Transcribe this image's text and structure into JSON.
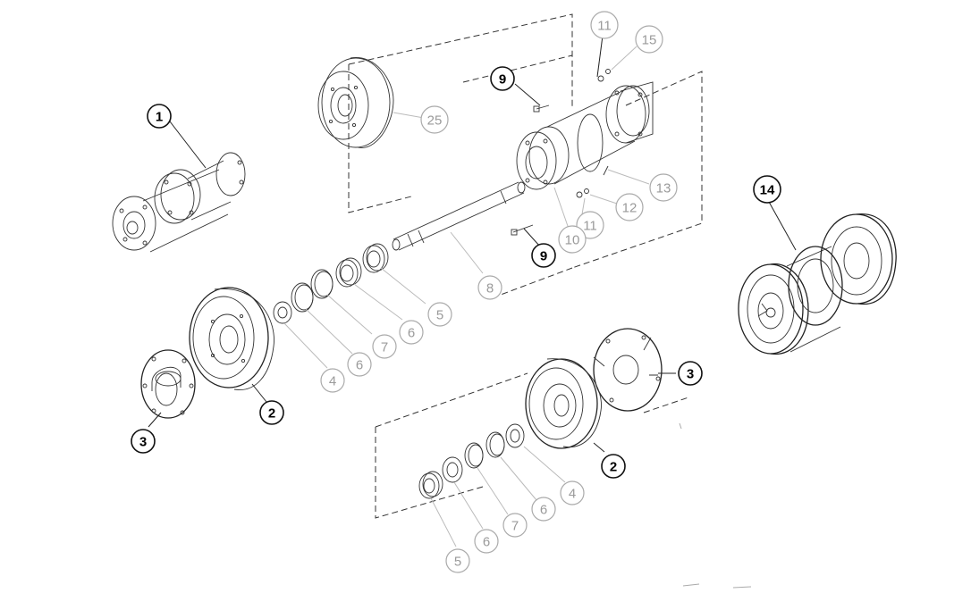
{
  "callouts": [
    {
      "id": "c1",
      "label": "1",
      "style": "bold"
    },
    {
      "id": "c25",
      "label": "25",
      "style": "faded"
    },
    {
      "id": "c9a",
      "label": "9",
      "style": "bold"
    },
    {
      "id": "c11a",
      "label": "11",
      "style": "faded"
    },
    {
      "id": "c15",
      "label": "15",
      "style": "faded"
    },
    {
      "id": "c13",
      "label": "13",
      "style": "faded"
    },
    {
      "id": "c12",
      "label": "12",
      "style": "faded"
    },
    {
      "id": "c11b",
      "label": "11",
      "style": "faded"
    },
    {
      "id": "c10",
      "label": "10",
      "style": "faded"
    },
    {
      "id": "c9b",
      "label": "9",
      "style": "bold"
    },
    {
      "id": "c8",
      "label": "8",
      "style": "faded"
    },
    {
      "id": "c5a",
      "label": "5",
      "style": "faded"
    },
    {
      "id": "c6a",
      "label": "6",
      "style": "faded"
    },
    {
      "id": "c7a",
      "label": "7",
      "style": "faded"
    },
    {
      "id": "c6b",
      "label": "6",
      "style": "faded"
    },
    {
      "id": "c4a",
      "label": "4",
      "style": "faded"
    },
    {
      "id": "c2a",
      "label": "2",
      "style": "bold"
    },
    {
      "id": "c3a",
      "label": "3",
      "style": "bold"
    },
    {
      "id": "c14",
      "label": "14",
      "style": "bold"
    },
    {
      "id": "c3b",
      "label": "3",
      "style": "bold"
    },
    {
      "id": "c2b",
      "label": "2",
      "style": "bold"
    },
    {
      "id": "c4b",
      "label": "4",
      "style": "faded"
    },
    {
      "id": "c6c",
      "label": "6",
      "style": "faded"
    },
    {
      "id": "c7b",
      "label": "7",
      "style": "faded"
    },
    {
      "id": "c6d",
      "label": "6",
      "style": "faded"
    },
    {
      "id": "c5b",
      "label": "5",
      "style": "faded"
    }
  ]
}
